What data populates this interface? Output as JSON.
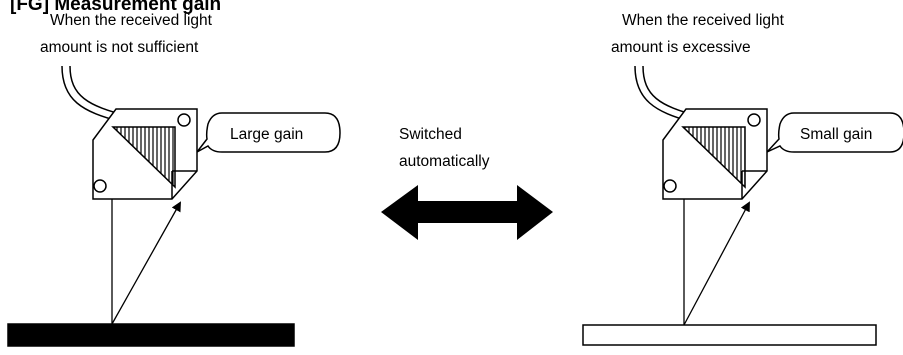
{
  "heading": "[FG] Measurement gain",
  "left_panel": {
    "condition_line1": "When the received light",
    "condition_line2": "amount is not sufficient",
    "gain_label": "Large gain",
    "target": "dark"
  },
  "right_panel": {
    "condition_line1": "When the received light",
    "condition_line2": "amount is excessive",
    "gain_label": "Small gain",
    "target": "light"
  },
  "center": {
    "line1": "Switched",
    "line2": "automatically"
  },
  "colors": {
    "ink": "#000000",
    "background": "#ffffff"
  }
}
